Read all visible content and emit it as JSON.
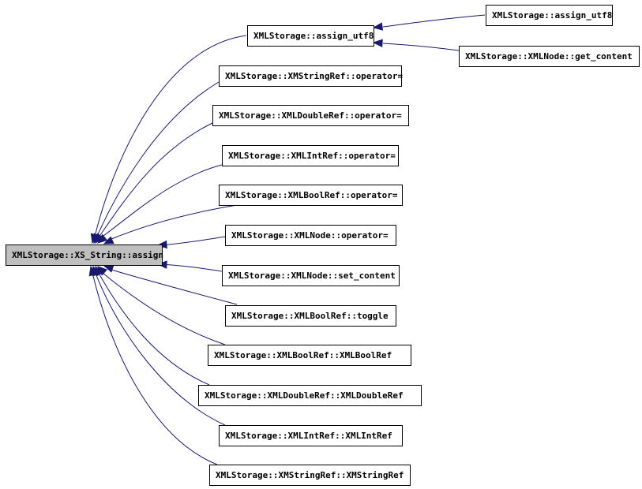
{
  "graph": {
    "root": {
      "id": "xs_string_assign",
      "label": "XMLStorage::XS_String::assign"
    },
    "nodes": [
      {
        "id": "assign_utf8_mid",
        "label": "XMLStorage::assign_utf8"
      },
      {
        "id": "assign_utf8_right",
        "label": "XMLStorage::assign_utf8"
      },
      {
        "id": "xmlnode_get_content",
        "label": "XMLStorage::XMLNode::get_content"
      },
      {
        "id": "xmlstringref_operator_eq",
        "label": "XMLStorage::XMStringRef::operator="
      },
      {
        "id": "xmldoubleref_operator_eq",
        "label": "XMLStorage::XMLDoubleRef::operator="
      },
      {
        "id": "xmlintref_operator_eq",
        "label": "XMLStorage::XMLIntRef::operator="
      },
      {
        "id": "xmlboolref_operator_eq",
        "label": "XMLStorage::XMLBoolRef::operator="
      },
      {
        "id": "xmlnode_operator_eq",
        "label": "XMLStorage::XMLNode::operator="
      },
      {
        "id": "xmlnode_set_content",
        "label": "XMLStorage::XMLNode::set_content"
      },
      {
        "id": "xmlboolref_toggle",
        "label": "XMLStorage::XMLBoolRef::toggle"
      },
      {
        "id": "xmlboolref_ctor",
        "label": "XMLStorage::XMLBoolRef::XMLBoolRef"
      },
      {
        "id": "xmldoubleref_ctor",
        "label": "XMLStorage::XMLDoubleRef::XMLDoubleRef"
      },
      {
        "id": "xmlintref_ctor",
        "label": "XMLStorage::XMLIntRef::XMLIntRef"
      },
      {
        "id": "xmlstringref_ctor",
        "label": "XMLStorage::XMStringRef::XMStringRef"
      }
    ],
    "edges": [
      {
        "from": "assign_utf8_mid",
        "to": "xs_string_assign"
      },
      {
        "from": "xmlstringref_operator_eq",
        "to": "xs_string_assign"
      },
      {
        "from": "xmldoubleref_operator_eq",
        "to": "xs_string_assign"
      },
      {
        "from": "xmlintref_operator_eq",
        "to": "xs_string_assign"
      },
      {
        "from": "xmlboolref_operator_eq",
        "to": "xs_string_assign"
      },
      {
        "from": "xmlnode_operator_eq",
        "to": "xs_string_assign"
      },
      {
        "from": "xmlnode_set_content",
        "to": "xs_string_assign"
      },
      {
        "from": "xmlboolref_toggle",
        "to": "xs_string_assign"
      },
      {
        "from": "xmlboolref_ctor",
        "to": "xs_string_assign"
      },
      {
        "from": "xmldoubleref_ctor",
        "to": "xs_string_assign"
      },
      {
        "from": "xmlintref_ctor",
        "to": "xs_string_assign"
      },
      {
        "from": "xmlstringref_ctor",
        "to": "xs_string_assign"
      },
      {
        "from": "assign_utf8_right",
        "to": "assign_utf8_mid"
      },
      {
        "from": "xmlnode_get_content",
        "to": "assign_utf8_mid"
      }
    ],
    "colors": {
      "edge": "#191970",
      "root_fill": "#bfbfbf",
      "node_fill": "#ffffff",
      "border": "#000000"
    }
  }
}
